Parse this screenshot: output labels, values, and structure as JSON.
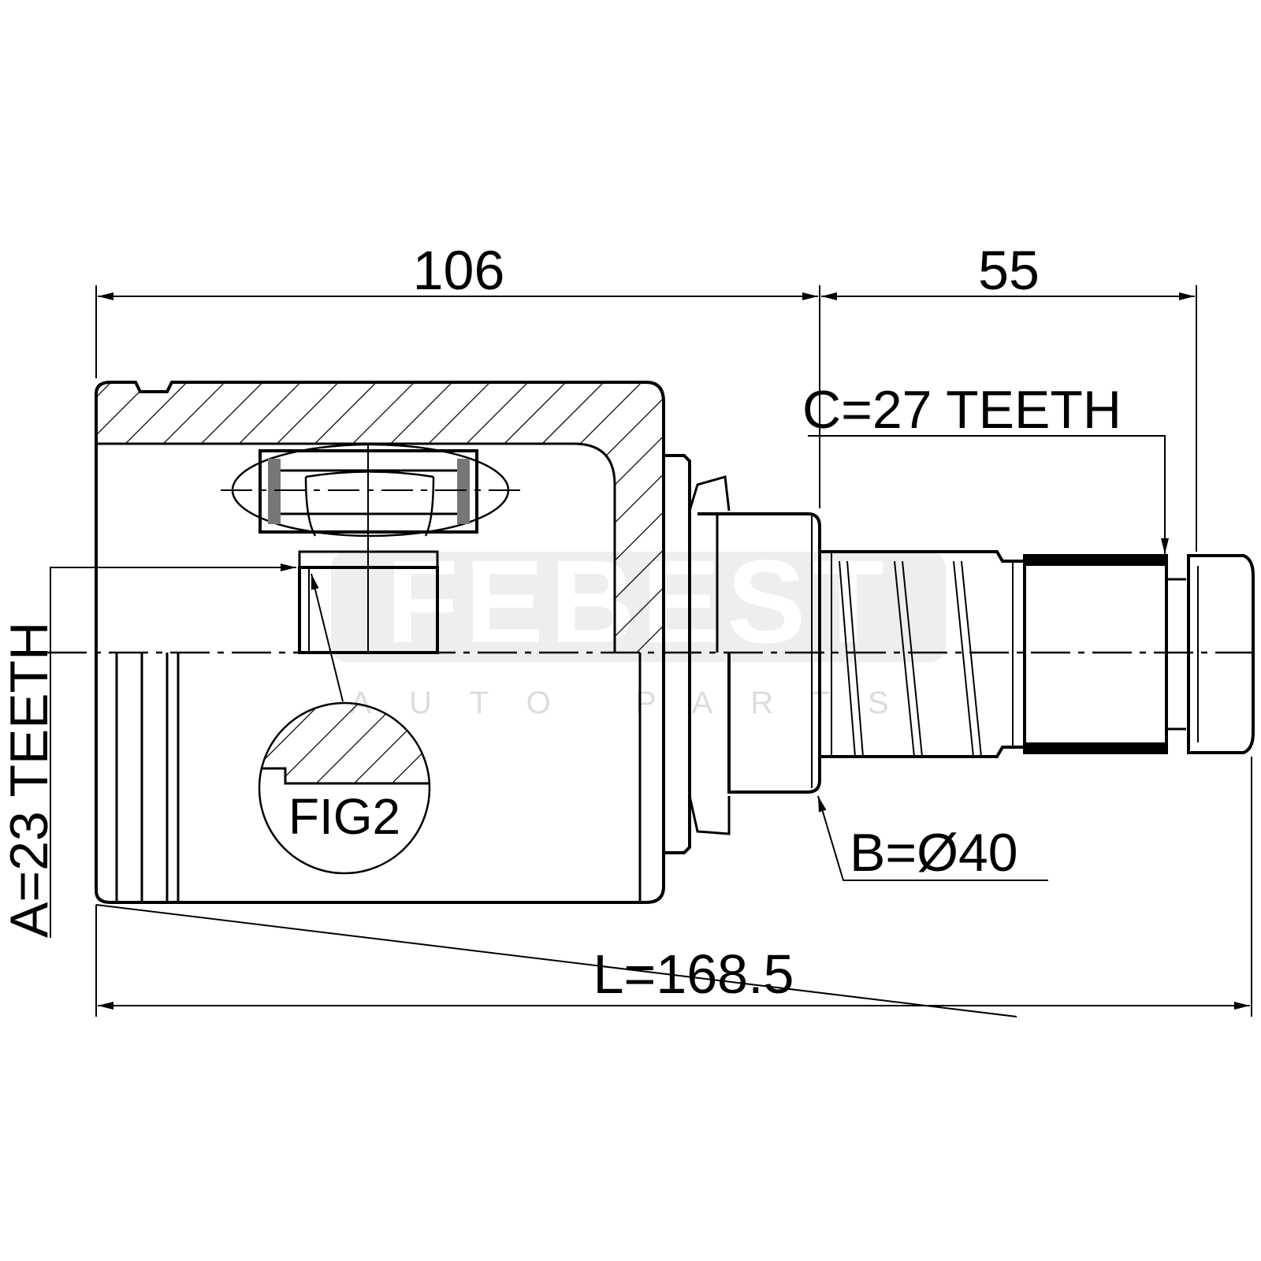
{
  "drawing": {
    "dim_housing_length": "106",
    "dim_shaft_length": "55",
    "outer_spline": "C=27 TEETH",
    "inner_spline": "A=23 TEETH",
    "seal_diameter": "B=Ø40",
    "total_length": "L=168.5",
    "detail_label": "FIG2"
  },
  "watermark": {
    "brand": "FEBEST",
    "tagline": "A U T O   P A R T S"
  },
  "colors": {
    "line": "#000000",
    "watermark": "#dcdcdc"
  }
}
